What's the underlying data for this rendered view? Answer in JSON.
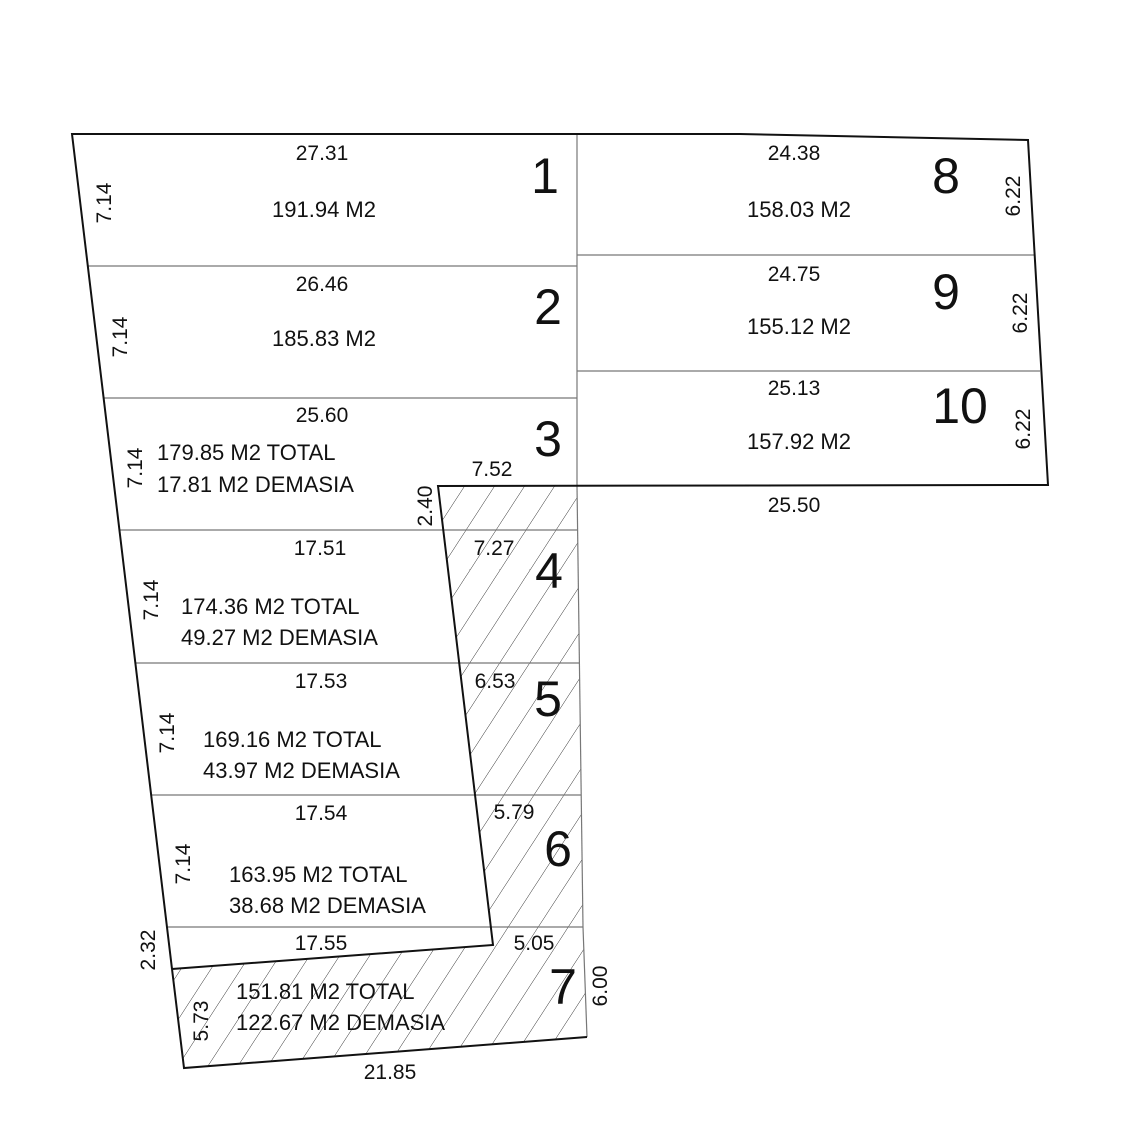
{
  "plan": {
    "lots": [
      {
        "number": "1",
        "width": "27.31",
        "side": "7.14",
        "area": "191.94 M2"
      },
      {
        "number": "2",
        "width": "26.46",
        "side": "7.14",
        "area": "185.83 M2"
      },
      {
        "number": "3",
        "width": "25.60",
        "side": "7.14",
        "area": "179.85 M2 TOTAL",
        "surplus": "17.81 M2 DEMASIA",
        "hatched_width": "7.52",
        "hatched_side": "2.40"
      },
      {
        "number": "4",
        "width": "17.51",
        "side": "7.14",
        "area": "174.36 M2 TOTAL",
        "surplus": "49.27 M2 DEMASIA",
        "hatched_width": "7.27"
      },
      {
        "number": "5",
        "width": "17.53",
        "side": "7.14",
        "area": "169.16 M2 TOTAL",
        "surplus": "43.97 M2 DEMASIA",
        "hatched_width": "6.53"
      },
      {
        "number": "6",
        "width": "17.54",
        "side": "7.14",
        "area": "163.95 M2 TOTAL",
        "surplus": "38.68 M2 DEMASIA",
        "hatched_width": "5.79"
      },
      {
        "number": "7",
        "width": "17.55",
        "side": "2.32",
        "area": "151.81 M2 TOTAL",
        "surplus": "122.67 M2 DEMASIA",
        "hatched_width": "5.05",
        "hatched_side": "5.73",
        "right_side": "6.00",
        "bottom": "21.85"
      },
      {
        "number": "8",
        "width": "24.38",
        "side": "6.22",
        "area": "158.03 M2"
      },
      {
        "number": "9",
        "width": "24.75",
        "side": "6.22",
        "area": "155.12 M2"
      },
      {
        "number": "10",
        "width": "25.13",
        "side": "6.22",
        "area": "157.92 M2",
        "bottom": "25.50"
      }
    ]
  }
}
